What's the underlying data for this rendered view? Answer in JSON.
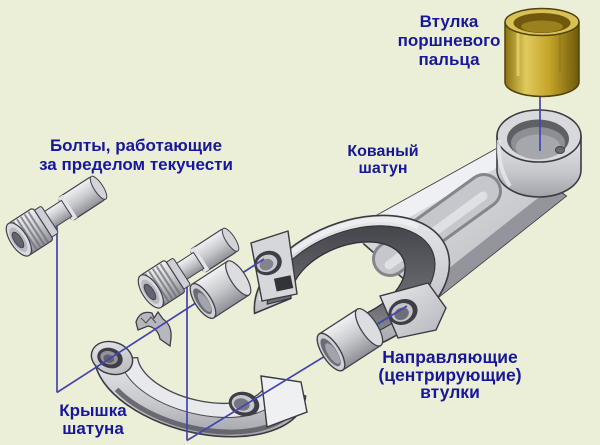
{
  "diagram": {
    "subject": "Exploded view of engine connecting rod assembly",
    "background_color": "#ecefd7",
    "label_text_color": "#17179b",
    "leader_line_color": "#4444b0",
    "brass_color": "#c8a62c",
    "metal_light_color": "#e9eaec",
    "metal_mid_color": "#c6c7cb",
    "metal_shadow_color": "#8f9097",
    "outline_color": "#3a3a42"
  },
  "labels": {
    "piston_pin_bushing": {
      "lines": [
        "Втулка",
        "поршневого",
        "пальца"
      ]
    },
    "bolts": {
      "lines": [
        "Болты, работающие",
        "за пределом текучести"
      ]
    },
    "forged_rod": {
      "lines": [
        "Кованый",
        "шатун"
      ]
    },
    "guide_bushings": {
      "lines": [
        "Направляющие",
        "(центрирующие)",
        "втулки"
      ]
    },
    "rod_cap": {
      "lines": [
        "Крышка",
        "шатуна"
      ]
    }
  }
}
